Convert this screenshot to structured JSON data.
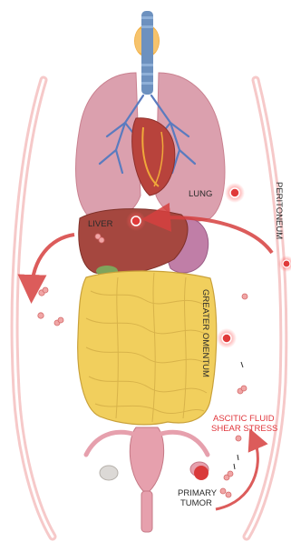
{
  "labels": {
    "lung": "LUNG",
    "liver": "LIVER",
    "peritoneum": "PERITONEUM",
    "greater_omentum": "GREATER OMENTUM",
    "ascitic_line1": "ASCITIC FLUID",
    "ascitic_line2": "SHEAR STRESS",
    "primary_line1": "PRIMARY",
    "primary_line2": "TUMOR"
  },
  "colors": {
    "peritoneum_band": "#f6c9c9",
    "lung": "#dba0ae",
    "liver": "#a5473f",
    "omentum": "#f1cf5d",
    "uterus": "#e6a0ad",
    "tumor": "#d93a3a",
    "arrow": "#d6403f",
    "label_red": "#e0353b"
  }
}
